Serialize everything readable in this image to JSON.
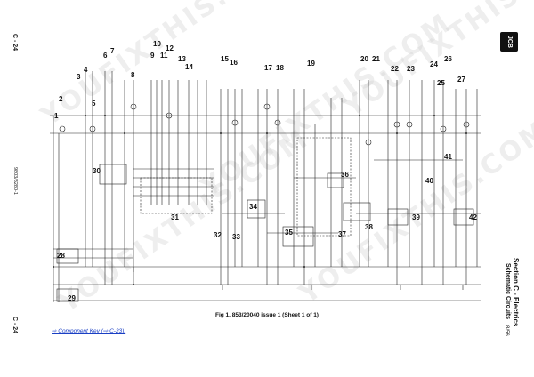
{
  "page": {
    "page_number_top": "C - 24",
    "page_number_bottom": "C - 24",
    "doc_code": "9803/3280-1",
    "section_title": "Section C - Electrics",
    "section_subtitle": "Schematic Circuits",
    "page_ref": "8/56",
    "figure_caption": "Fig 1. 853/20040 issue 1 (Sheet 1 of 1)",
    "component_key_link": "⇨ Component Key (⇨ C-23).",
    "logo_text": "JCB",
    "watermark": "YOUFIXTHIS.COM"
  },
  "components": [
    "1",
    "2",
    "3",
    "4",
    "5",
    "6",
    "7",
    "8",
    "9",
    "10",
    "11",
    "12",
    "13",
    "14",
    "15",
    "16",
    "17",
    "18",
    "19",
    "20",
    "21",
    "22",
    "23",
    "24",
    "25",
    "26",
    "27",
    "28",
    "29",
    "30",
    "31",
    "32",
    "33",
    "34",
    "35",
    "36",
    "37",
    "38",
    "39",
    "40",
    "41",
    "42"
  ]
}
